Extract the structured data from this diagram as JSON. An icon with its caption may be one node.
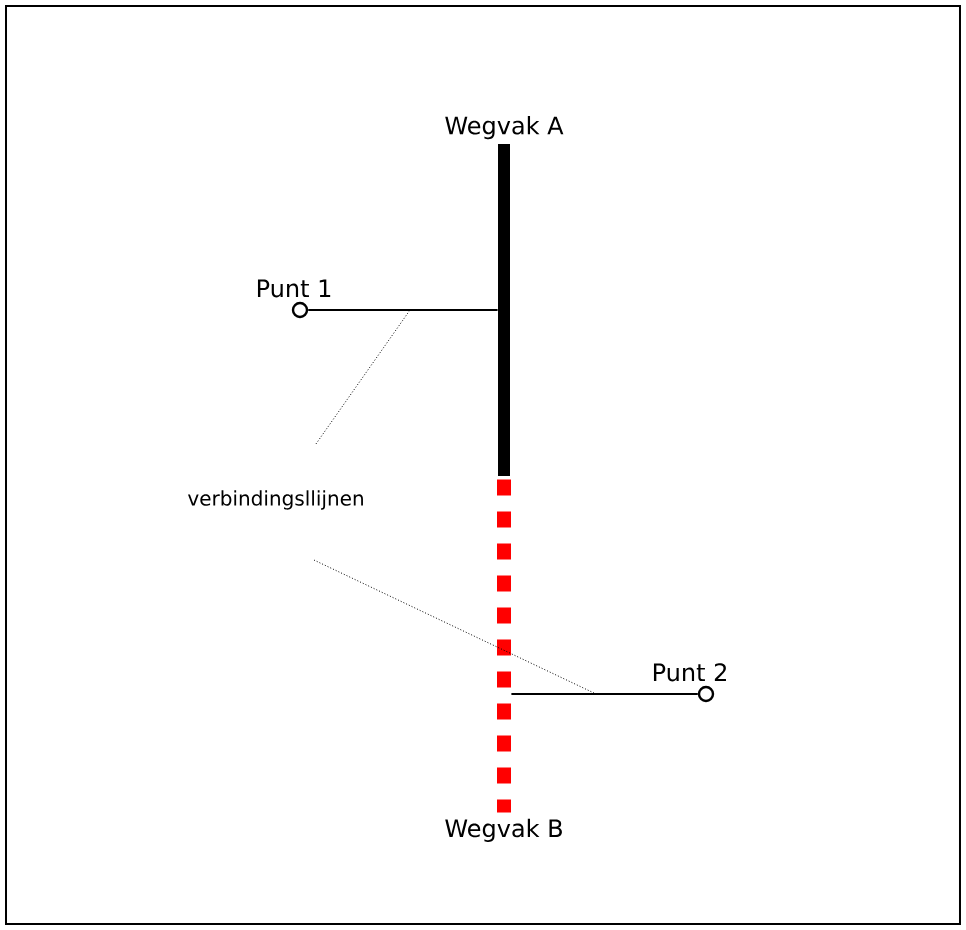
{
  "diagram": {
    "nodes": [
      {
        "text": [
          "Wegvak A"
        ]
      },
      {
        "text": [
          "Wegvak B"
        ]
      },
      {
        "text": [
          "Punt 1"
        ]
      },
      {
        "text": [
          "Punt 2"
        ]
      },
      {
        "text": [
          "verbindingsllijnen"
        ]
      }
    ],
    "edges": [
      {
        "from": 2,
        "to": 0,
        "arrow": "none"
      },
      {
        "from": 3,
        "to": 1,
        "arrow": "none"
      },
      {
        "from": 4,
        "to": null,
        "arrow": "none",
        "style": "dashed"
      },
      {
        "from": 4,
        "to": null,
        "arrow": "none",
        "style": "dashed"
      }
    ]
  }
}
